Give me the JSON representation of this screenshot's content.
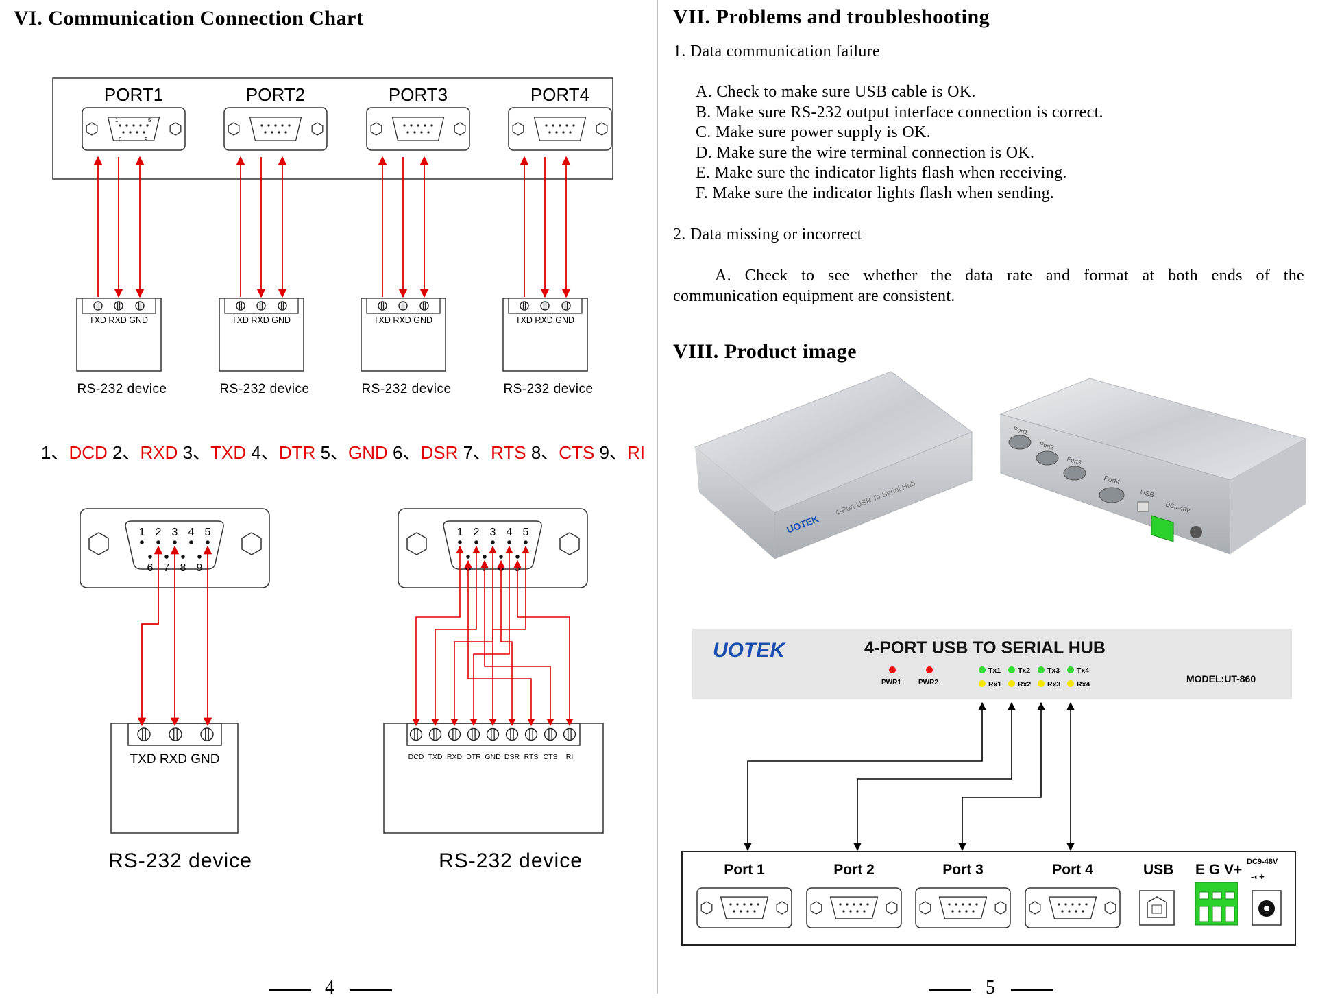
{
  "left_page": {
    "title": "VI. Communication Connection Chart",
    "ports": [
      "PORT1",
      "PORT2",
      "PORT3",
      "PORT4"
    ],
    "terminal_labels": [
      "TXD",
      "RXD",
      "GND"
    ],
    "device_label": "RS-232 device",
    "pin_legend": [
      {
        "num": "1、",
        "name": "DCD"
      },
      {
        "num": "2、",
        "name": "RXD"
      },
      {
        "num": "3、",
        "name": "TXD"
      },
      {
        "num": "4、",
        "name": "DTR"
      },
      {
        "num": "5、",
        "name": "GND"
      },
      {
        "num": "6、",
        "name": "DSR"
      },
      {
        "num": "7、",
        "name": "RTS"
      },
      {
        "num": "8、",
        "name": "CTS"
      },
      {
        "num": "9、",
        "name": "RI"
      }
    ],
    "db9_pins_top": [
      "1",
      "2",
      "3",
      "4",
      "5"
    ],
    "db9_pins_bottom": [
      "6",
      "7",
      "8",
      "9"
    ],
    "full_terminal_labels": [
      "DCD",
      "TXD",
      "RXD",
      "DTR",
      "GND",
      "DSR",
      "RTS",
      "CTS",
      "RI"
    ],
    "small_connector_pins": {
      "top_left": "1",
      "top_right": "5",
      "bottom_left": "6",
      "bottom_right": "9"
    },
    "page_number": "4"
  },
  "right_page": {
    "title": "VII. Problems and troubleshooting",
    "section1": "1. Data communication failure",
    "section1_items": [
      "A. Check to make sure USB cable is OK.",
      "B. Make sure RS-232 output interface connection is correct.",
      "C.  Make sure power supply is OK.",
      "D. Make sure the wire terminal connection is OK.",
      "E. Make sure the indicator lights flash when receiving.",
      "F. Make sure the indicator lights flash when sending."
    ],
    "section2": "2. Data missing or incorrect",
    "section2_line1": "A. Check to see whether the data rate and format at both ends of the",
    "section2_line2": "communication equipment are consistent.",
    "title2": "VIII. Product image",
    "panel": {
      "brand": "UOTEK",
      "title": "4-PORT  USB  TO  SERIAL  HUB",
      "pwr": [
        "PWR1",
        "PWR2"
      ],
      "tx": [
        "Tx1",
        "Tx2",
        "Tx3",
        "Tx4"
      ],
      "rx": [
        "Rx1",
        "Rx2",
        "Rx3",
        "Rx4"
      ],
      "model": "MODEL:UT-860"
    },
    "back_panel": {
      "ports": [
        "Port 1",
        "Port 2",
        "Port 3",
        "Port 4"
      ],
      "usb": "USB",
      "egv": "E G V+",
      "dc": "DC9-48V"
    },
    "photo_text": {
      "front": "4-Port USB To Serial Hub",
      "brand": "UOTEK",
      "back_ports": [
        "Port1",
        "Port2",
        "Port3",
        "Port4"
      ],
      "usb": "USB",
      "dc": "DC9-48V"
    },
    "page_number": "5"
  },
  "colors": {
    "red": "#e00000",
    "led_green": "#33dd33",
    "led_yellow": "#f4e600",
    "led_red": "#ee1111",
    "terminal_green": "#2bd12b",
    "brand_blue": "#1a4fb0"
  }
}
